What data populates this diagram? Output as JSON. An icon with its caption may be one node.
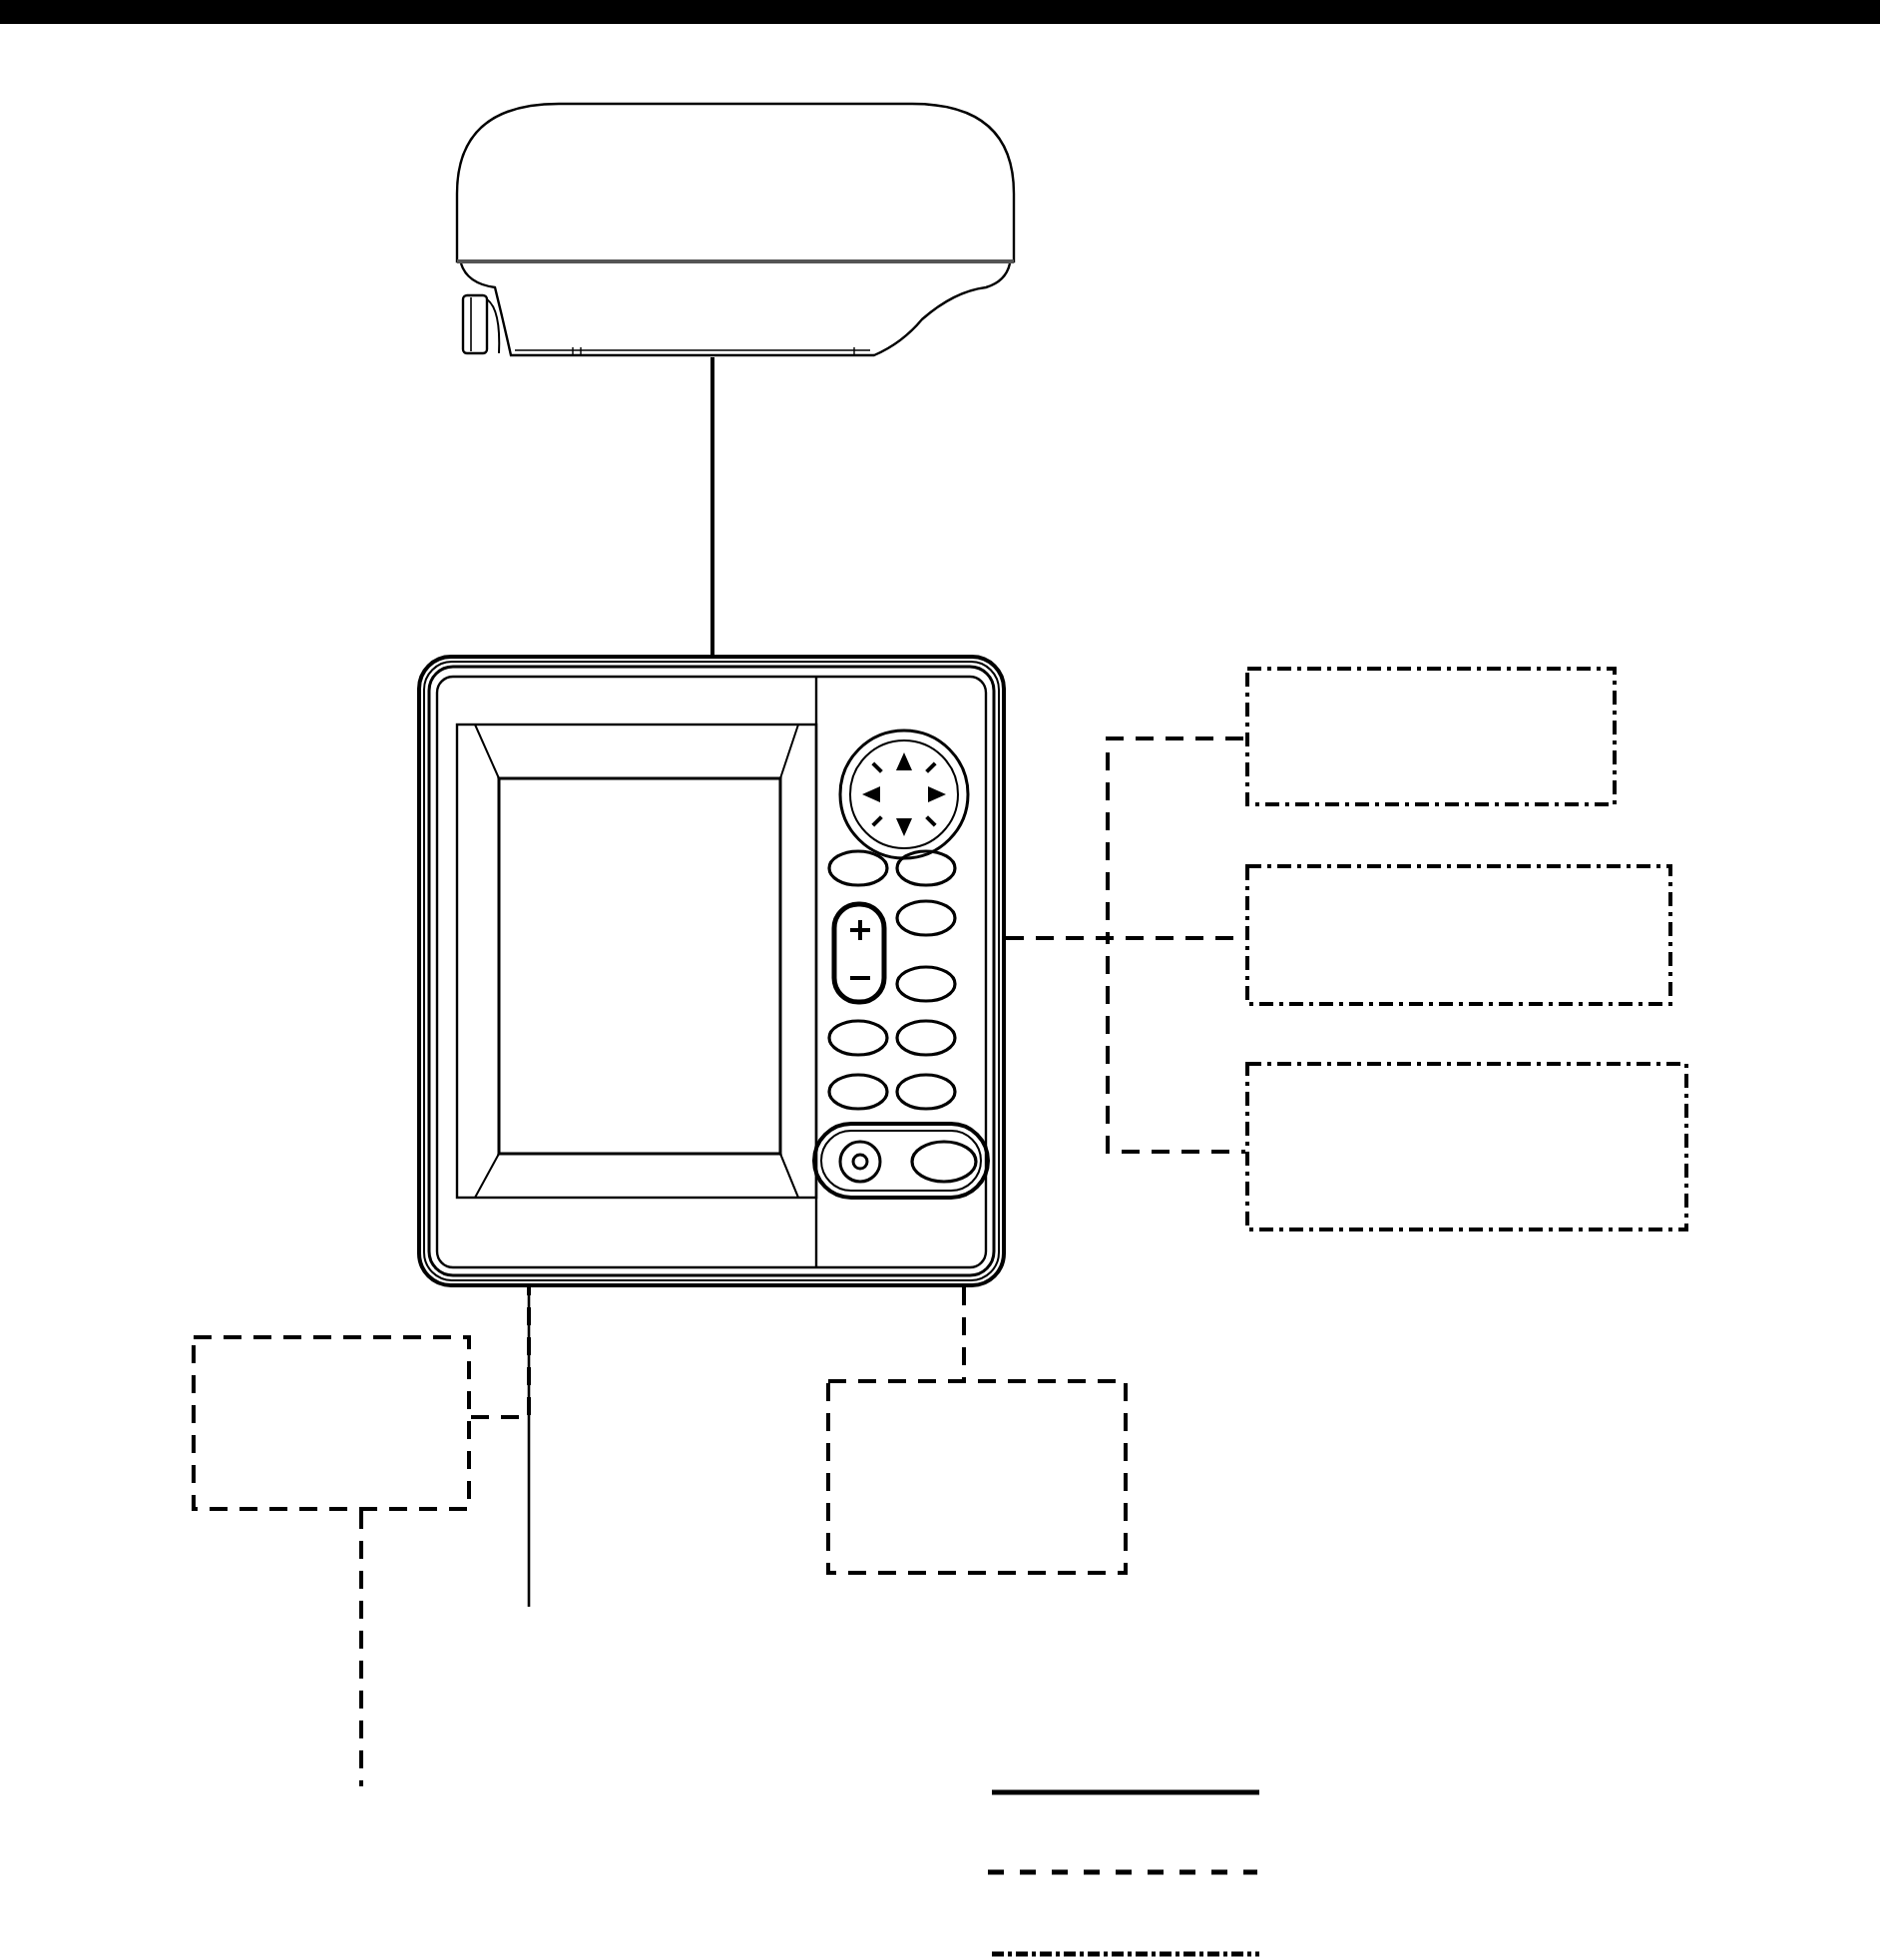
{
  "diagram": {
    "nodes": [
      {
        "text": [],
        "shape": "picture"
      },
      {
        "text": [],
        "shape": "picture"
      },
      {
        "text": [],
        "shape": "box"
      },
      {
        "text": [],
        "shape": "box"
      },
      {
        "text": [],
        "shape": "box"
      },
      {
        "text": [],
        "shape": "box"
      },
      {
        "text": [],
        "shape": "box"
      }
    ],
    "edges": [
      {
        "from": 0,
        "to": 1,
        "arrow": "none"
      },
      {
        "from": 1,
        "to": 2,
        "arrow": "none",
        "style": "dashed"
      },
      {
        "from": 1,
        "to": 3,
        "arrow": "none",
        "style": "dashed"
      },
      {
        "from": 1,
        "to": 4,
        "arrow": "none",
        "style": "dashed"
      },
      {
        "from": 1,
        "to": 6,
        "arrow": "none",
        "style": "dashed"
      },
      {
        "from": 1,
        "to": null,
        "arrow": "none"
      },
      {
        "from": 5,
        "to": 1,
        "arrow": "none",
        "style": "dashed"
      },
      {
        "from": 5,
        "to": null,
        "arrow": "none",
        "style": "dashed"
      }
    ]
  }
}
